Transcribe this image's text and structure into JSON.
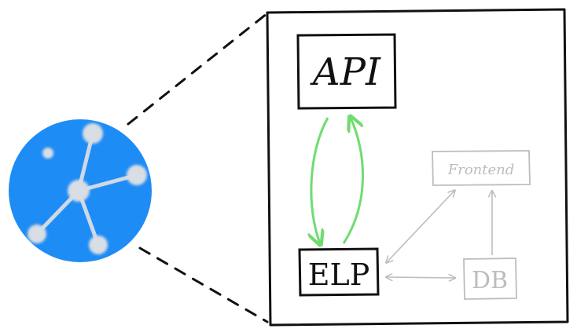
{
  "diagram": {
    "nodes": {
      "api": {
        "label": "API"
      },
      "elp": {
        "label": "ELP"
      },
      "frontend": {
        "label": "Frontend"
      },
      "db": {
        "label": "DB"
      }
    },
    "icon": {
      "name": "network-graph-icon"
    },
    "colors": {
      "ink": "#111111",
      "highlight": "#6fdc6f",
      "muted": "#bdbdbd",
      "icon_fill": "#1e8cf5",
      "icon_node": "#d9dde4"
    }
  }
}
